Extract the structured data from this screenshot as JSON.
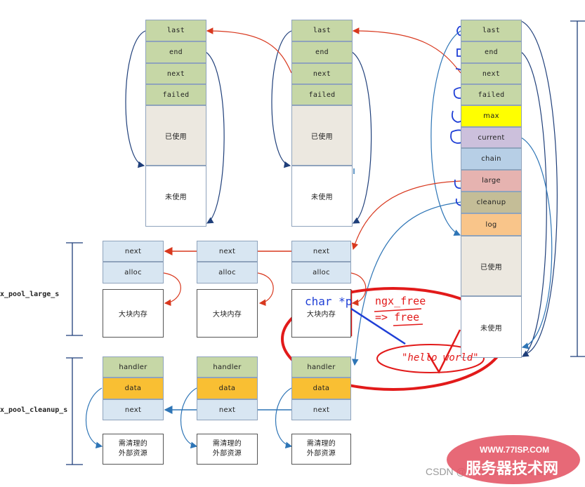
{
  "pool_node": {
    "last": "last",
    "end": "end",
    "next": "next",
    "failed": "failed",
    "used": "已使用",
    "unused": "未使用"
  },
  "main_pool": {
    "last": "last",
    "end": "end",
    "next": "next",
    "failed": "failed",
    "max": "max",
    "current": "current",
    "chain": "chain",
    "large": "large",
    "cleanup": "cleanup",
    "log": "log",
    "used": "已使用",
    "unused": "未使用"
  },
  "large": {
    "label": "x_pool_large_s",
    "next": "next",
    "alloc": "alloc",
    "block": "大块内存"
  },
  "cleanup": {
    "label": "x_pool_cleanup_s",
    "handler": "handler",
    "data": "data",
    "next": "next",
    "resource": "需清理的\n外部资源"
  },
  "annotations": {
    "char_p": "char *p",
    "ngx_free": "ngx_free",
    "arrow_free": "=> free",
    "hello": "\"hello world\""
  },
  "watermark": {
    "csdn": "CSDN @Sunshine Lovchen",
    "url": "WWW.77ISP.COM",
    "brand": "服务器技术网"
  },
  "colors": {
    "arrow_red": "#d8381e",
    "arrow_blue": "#2e75b6",
    "circle_red": "#e21a1a",
    "pen_blue": "#1f3fd6"
  }
}
